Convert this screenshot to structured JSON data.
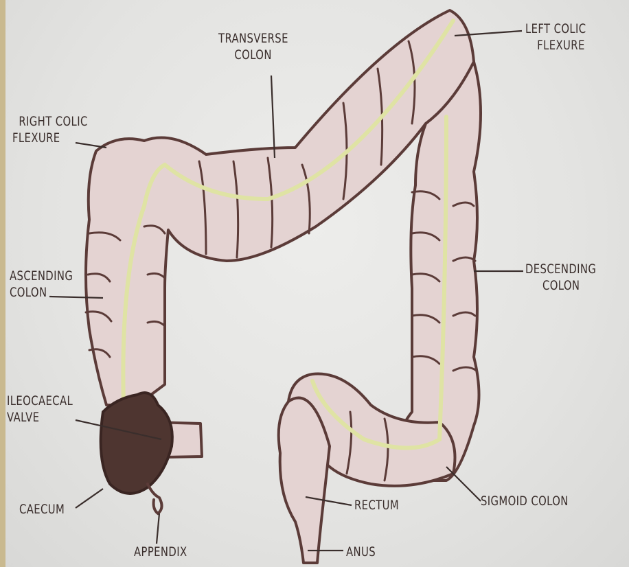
{
  "title": "",
  "labels": {
    "transverse_colon": [
      "TRANSVERSE",
      "COLON"
    ],
    "left_colic_flexure": [
      "LEFT COLIC",
      "FLEXURE"
    ],
    "right_colic_flexure": [
      "RIGHT COLIC",
      "FLEXURE"
    ],
    "ascending_colon": [
      "ASCENDING",
      "COLON"
    ],
    "descending_colon": [
      "DESCENDING",
      "COLON"
    ],
    "ileocaecal_valve": [
      "ILEOCAECAL",
      "VALVE"
    ],
    "caecum": "CAECUM",
    "appendix": "APPENDIX",
    "rectum": "RECTUM",
    "anus": "ANUS",
    "sigmoid_colon": "SIGMOID COLON"
  },
  "colors": {
    "colon_fill": "#e4d3d2",
    "colon_outline": "#5b3b38",
    "taenia_line": "#dfe3a4",
    "caecum_fill": "#4e3530",
    "label_ink": "#3a2e2c"
  }
}
